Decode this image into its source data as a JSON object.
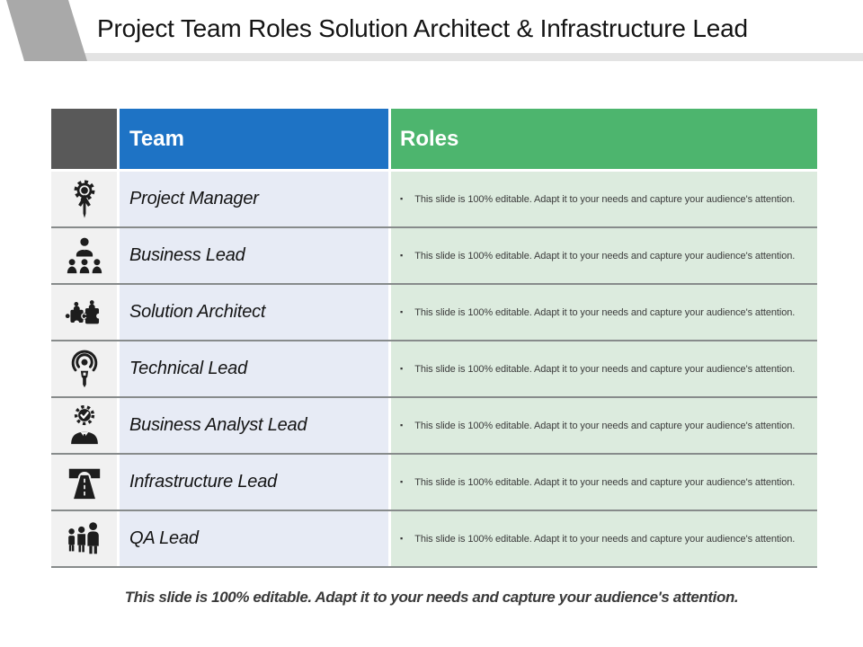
{
  "slide": {
    "title": "Project Team Roles Solution Architect & Infrastructure Lead",
    "footer": "This slide is 100% editable. Adapt it to your needs and capture your audience's attention."
  },
  "table": {
    "columns": {
      "team": "Team",
      "roles": "Roles"
    },
    "bullet": "▪",
    "rows": [
      {
        "icon": "project-manager-icon",
        "team": "Project Manager",
        "role": "This slide is 100% editable. Adapt it to your needs and capture your audience's attention."
      },
      {
        "icon": "business-lead-icon",
        "team": "Business Lead",
        "role": "This slide is 100% editable. Adapt it to your needs and capture your audience's attention."
      },
      {
        "icon": "solution-architect-icon",
        "team": "Solution Architect",
        "role": "This slide is 100% editable. Adapt it to your needs and capture your audience's attention."
      },
      {
        "icon": "technical-lead-icon",
        "team": "Technical Lead",
        "role": "This slide is 100% editable. Adapt it to your needs and capture your audience's attention."
      },
      {
        "icon": "business-analyst-lead-icon",
        "team": "Business Analyst Lead",
        "role": "This slide is 100% editable. Adapt it to your needs and capture your audience's attention."
      },
      {
        "icon": "infrastructure-lead-icon",
        "team": "Infrastructure Lead",
        "role": "This slide is 100% editable. Adapt it to your needs and capture your audience's attention."
      },
      {
        "icon": "qa-lead-icon",
        "team": "QA Lead",
        "role": "This slide is 100% editable. Adapt it to your needs and capture your audience's attention."
      }
    ]
  },
  "colors": {
    "header_corner_bg": "#595959",
    "header_team_bg": "#1e73c5",
    "header_roles_bg": "#4db56e",
    "icon_cell_bg": "#f1f1f1",
    "team_cell_bg": "#e7ebf5",
    "roles_cell_bg": "#dcebde",
    "row_divider": "#878b8b",
    "accent_gray": "#a9a9a9",
    "bar_gray": "#e3e3e3"
  }
}
